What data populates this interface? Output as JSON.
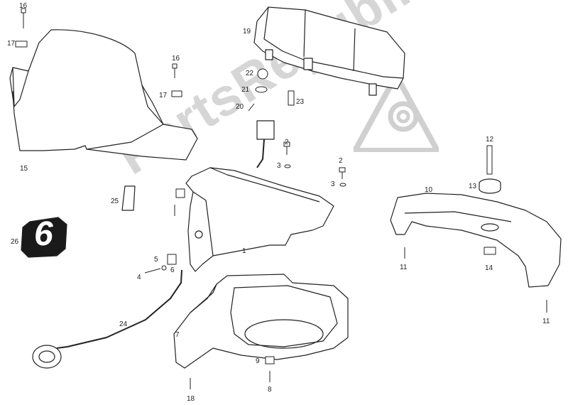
{
  "watermark": {
    "text": "PartsRepublik",
    "color": "#d6d6d6",
    "icon": "gear-icon"
  },
  "badge": {
    "text": "6"
  },
  "callouts": [
    "16",
    "17",
    "15",
    "16",
    "17",
    "19",
    "22",
    "21",
    "20",
    "23",
    "2",
    "3",
    "2",
    "3",
    "12",
    "13",
    "10",
    "25",
    "26",
    "1",
    "5",
    "4",
    "6",
    "24",
    "7",
    "9",
    "8",
    "18",
    "11",
    "14",
    "11"
  ],
  "colors": {
    "line": "#222222",
    "fill": "#ffffff",
    "shade": "#bdbdbd"
  }
}
